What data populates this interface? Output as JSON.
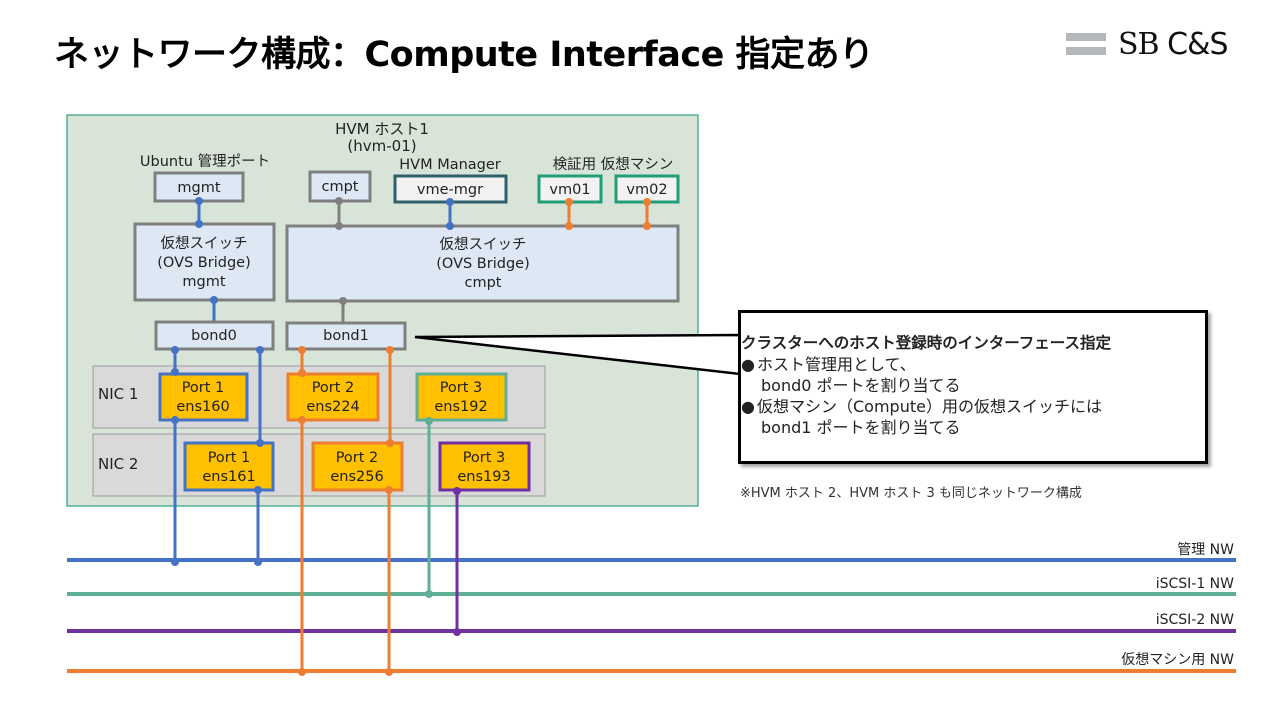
{
  "title": "ネットワーク構成：Compute Interface 指定あり",
  "logo": {
    "text_sb": "SB",
    "text_cs": "C&S"
  },
  "colors": {
    "host_bg": "#d9e4d9",
    "host_border": "#2aa07a",
    "box_fill": "#dde8f4",
    "box_border": "#7f7f7f",
    "nic_bg": "#d9d9d9",
    "port_fill": "#ffc000",
    "mgmt_nw": "#4472c4",
    "iscsi1_nw": "#5fae97",
    "iscsi2_nw": "#7030a0",
    "vm_nw": "#ed7d31",
    "vme_border": "#2f5f6a",
    "vm_border": "#1f9e78"
  },
  "host": {
    "title": "HVM ホスト1",
    "subtitle": "(hvm-01)"
  },
  "labels": {
    "ubuntu_port": "Ubuntu 管理ポート",
    "hvm_manager": "HVM Manager",
    "test_vms": "検証用 仮想マシン"
  },
  "interfaces": {
    "mgmt": "mgmt",
    "cmpt": "cmpt",
    "vme_mgr": "vme-mgr",
    "vm01": "vm01",
    "vm02": "vm02"
  },
  "switches": {
    "mgmt": {
      "line1": "仮想スイッチ",
      "line2": "(OVS Bridge)",
      "line3": "mgmt"
    },
    "cmpt": {
      "line1": "仮想スイッチ",
      "line2": "(OVS Bridge)",
      "line3": "cmpt"
    }
  },
  "bonds": {
    "bond0": "bond0",
    "bond1": "bond1"
  },
  "nics": [
    {
      "label": "NIC 1",
      "ports": [
        {
          "name": "Port 1",
          "dev": "ens160"
        },
        {
          "name": "Port 2",
          "dev": "ens224"
        },
        {
          "name": "Port 3",
          "dev": "ens192"
        }
      ]
    },
    {
      "label": "NIC 2",
      "ports": [
        {
          "name": "Port 1",
          "dev": "ens161"
        },
        {
          "name": "Port 2",
          "dev": "ens256"
        },
        {
          "name": "Port 3",
          "dev": "ens193"
        }
      ]
    }
  ],
  "networks": [
    {
      "label": "管理 NW"
    },
    {
      "label": "iSCSI-1 NW"
    },
    {
      "label": "iSCSI-2 NW"
    },
    {
      "label": "仮想マシン用 NW"
    }
  ],
  "callout": {
    "heading": "クラスターへのホスト登録時のインターフェース指定",
    "bullet": "●",
    "item1_line1": "ホスト管理用として、",
    "item1_line2": "bond0 ポートを割り当てる",
    "item2_line1": "仮想マシン（Compute）用の仮想スイッチには",
    "item2_line2": "bond1 ポートを割り当てる"
  },
  "note": "※HVM ホスト 2、HVM ホスト 3 も同じネットワーク構成"
}
